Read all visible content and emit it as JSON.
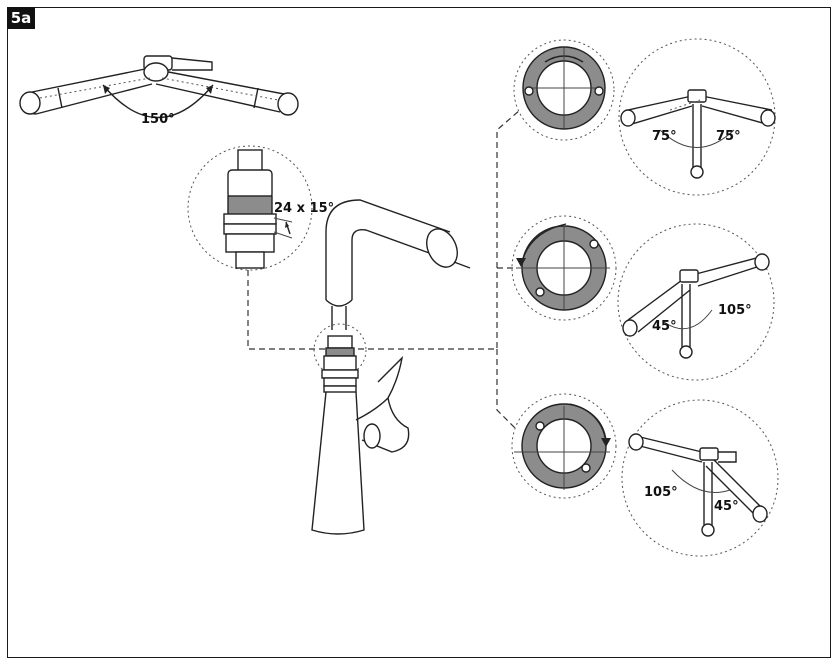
{
  "step": {
    "label": "5a"
  },
  "angles": {
    "swing_total": "150°",
    "detent": "24 x 15°",
    "sym_left": "75°",
    "sym_right": "75°",
    "left_small": "45°",
    "left_large": "105°",
    "right_large": "105°",
    "right_small": "45°"
  },
  "colors": {
    "ring_fill": "#8c8c8c",
    "outline": "#222222",
    "background": "#ffffff"
  }
}
